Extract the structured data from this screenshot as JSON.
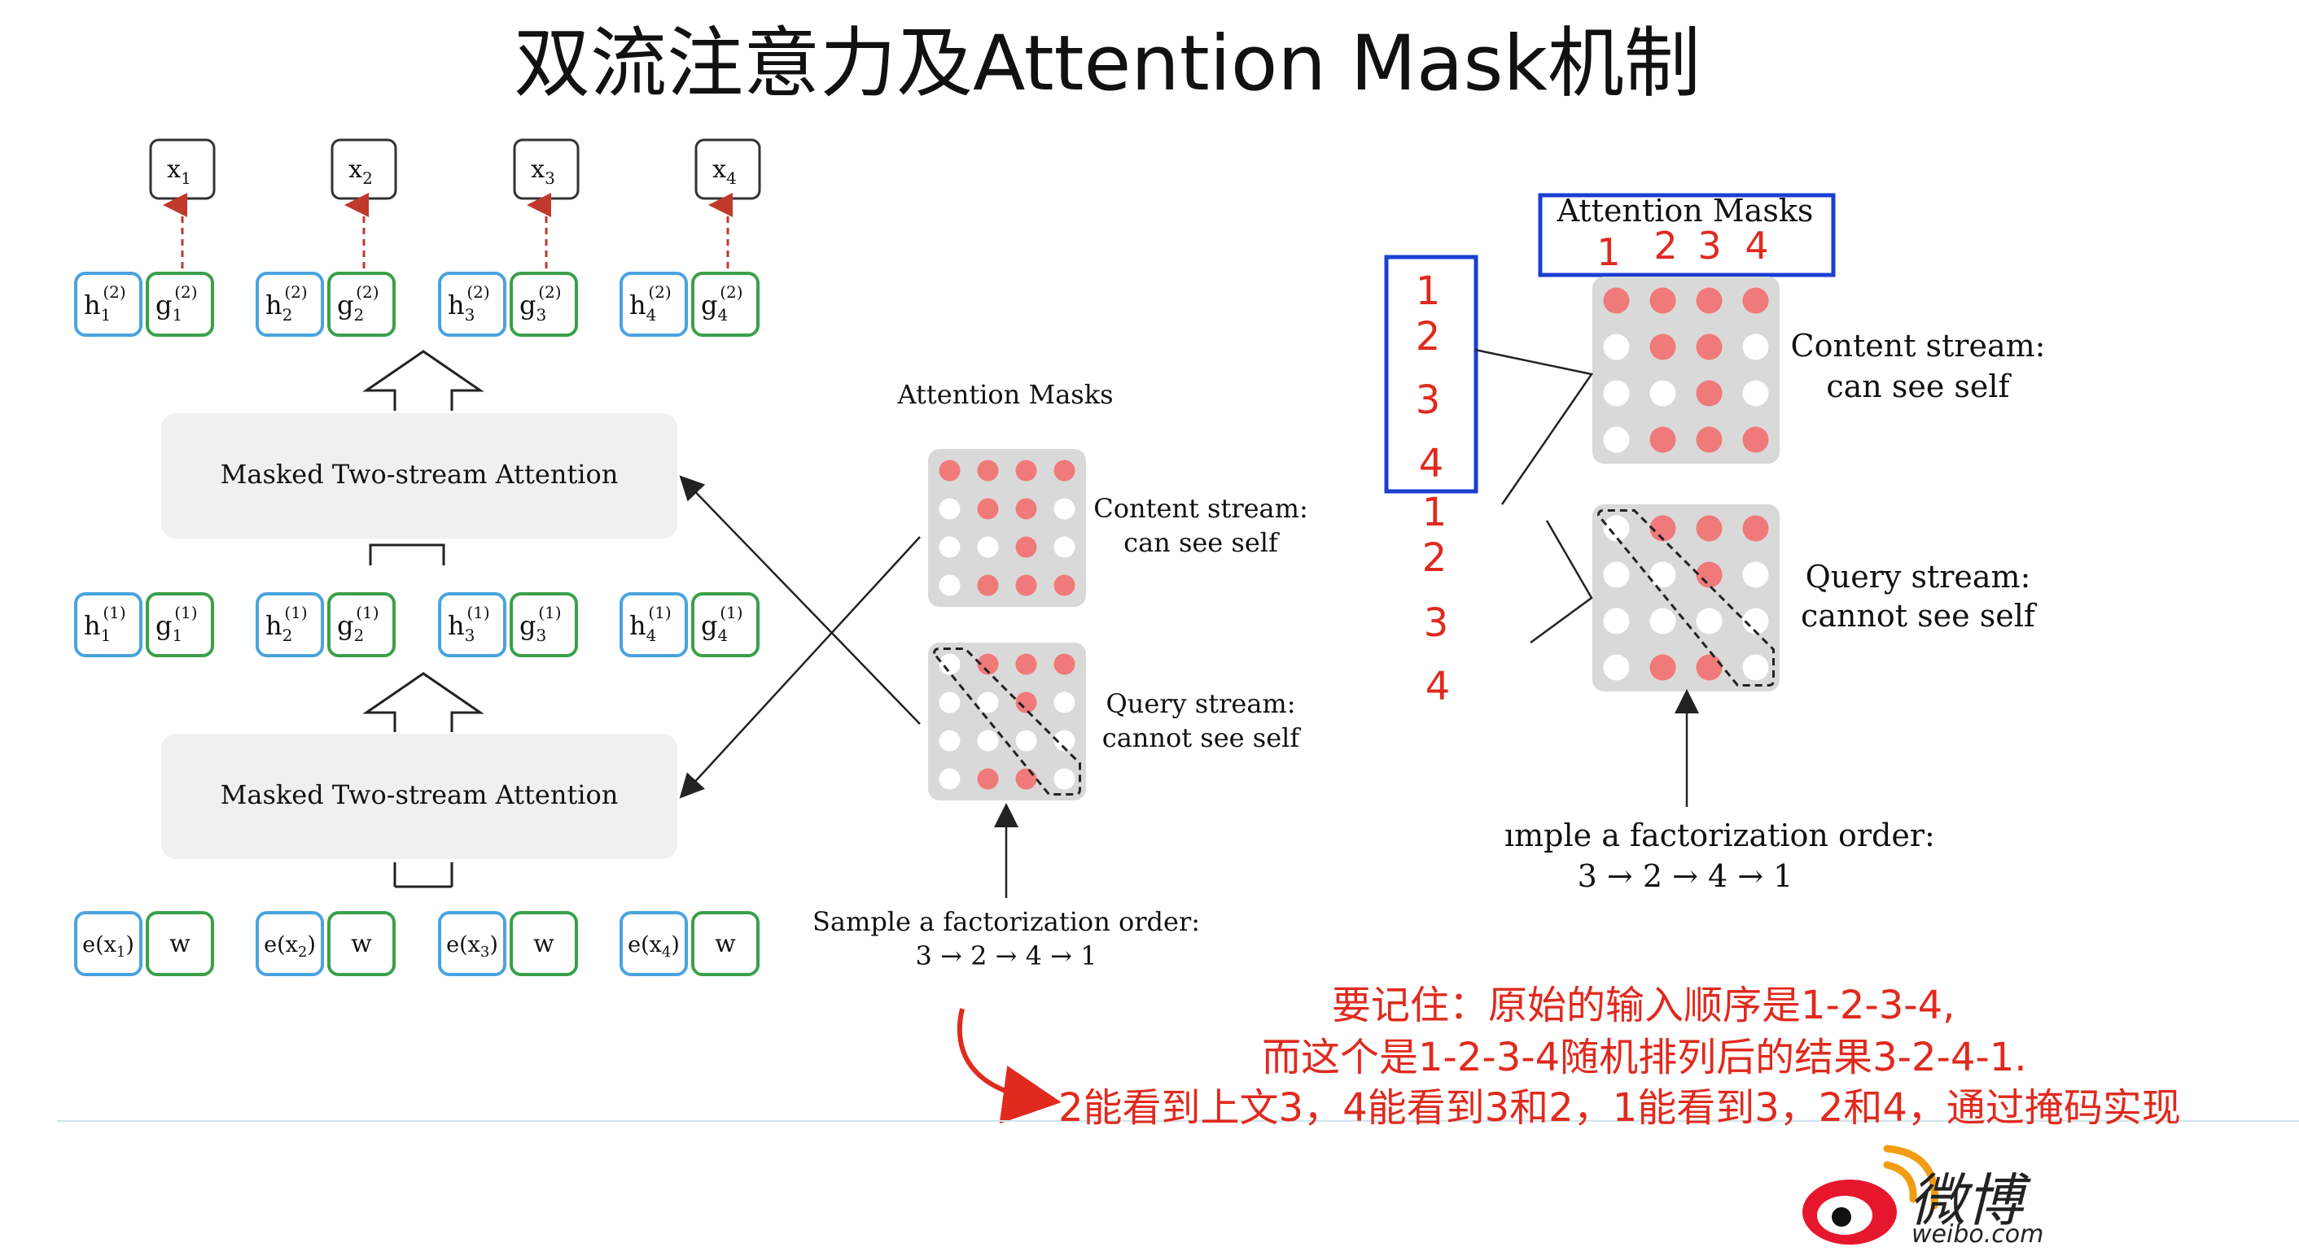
{
  "title": "双流注意力及Attention Mask机制",
  "colors": {
    "content_blue": "#4aa3df",
    "query_green": "#3aa04a",
    "mask_red": "#f07a7a",
    "annotation_red": "#e02a1e",
    "mask_bg": "#d9d9d9",
    "block_bg": "#f0f0f0"
  },
  "diagram": {
    "outputs": [
      "x1",
      "x2",
      "x3",
      "x4"
    ],
    "layer2_states": [
      {
        "h": "h",
        "g": "g",
        "idx": "1",
        "sup": "(2)"
      },
      {
        "h": "h",
        "g": "g",
        "idx": "2",
        "sup": "(2)"
      },
      {
        "h": "h",
        "g": "g",
        "idx": "3",
        "sup": "(2)"
      },
      {
        "h": "h",
        "g": "g",
        "idx": "4",
        "sup": "(2)"
      }
    ],
    "layer1_states": [
      {
        "h": "h",
        "g": "g",
        "idx": "1",
        "sup": "(1)"
      },
      {
        "h": "h",
        "g": "g",
        "idx": "2",
        "sup": "(1)"
      },
      {
        "h": "h",
        "g": "g",
        "idx": "3",
        "sup": "(1)"
      },
      {
        "h": "h",
        "g": "g",
        "idx": "4",
        "sup": "(1)"
      }
    ],
    "inputs": [
      {
        "e": "e(x",
        "idx": "1",
        "w": "w"
      },
      {
        "e": "e(x",
        "idx": "2",
        "w": "w"
      },
      {
        "e": "e(x",
        "idx": "3",
        "w": "w"
      },
      {
        "e": "e(x",
        "idx": "4",
        "w": "w"
      }
    ],
    "attention_block_upper": "Masked Two-stream Attention",
    "attention_block_lower": "Masked Two-stream Attention",
    "masks_title": "Attention Masks",
    "content_stream": [
      "Content stream:",
      "can see self"
    ],
    "query_stream": [
      "Query stream:",
      "cannot see self"
    ],
    "sample_order_label": "Sample a factorization order:",
    "sample_order_value": "3 → 2 → 4 → 1",
    "content_mask": [
      [
        1,
        1,
        1,
        1
      ],
      [
        0,
        1,
        1,
        0
      ],
      [
        0,
        0,
        1,
        0
      ],
      [
        0,
        1,
        1,
        1
      ]
    ],
    "query_mask": [
      [
        0,
        1,
        1,
        1
      ],
      [
        0,
        0,
        1,
        0
      ],
      [
        0,
        0,
        0,
        0
      ],
      [
        0,
        1,
        1,
        0
      ]
    ]
  },
  "zoomed": {
    "masks_title": "Attention Masks",
    "column_numbers": [
      "1",
      "2",
      "3",
      "4"
    ],
    "content_row_numbers": [
      "1",
      "2",
      "3",
      "4"
    ],
    "query_row_numbers": [
      "1",
      "2",
      "3",
      "4"
    ],
    "content_stream": [
      "Content stream:",
      "can see self"
    ],
    "query_stream": [
      "Query stream:",
      "cannot see self"
    ],
    "sample_order_label": "ımple a factorization order:",
    "sample_order_value": "3 → 2 → 4 → 1"
  },
  "annotation": {
    "line1": "要记住：原始的输入顺序是1-2-3-4,",
    "line2": "而这个是1-2-3-4随机排列后的结果3-2-4-1.",
    "line3": "2能看到上文3，4能看到3和2，1能看到3，2和4，通过掩码实现"
  },
  "watermark": {
    "name": "微博",
    "domain": "weibo.com"
  }
}
